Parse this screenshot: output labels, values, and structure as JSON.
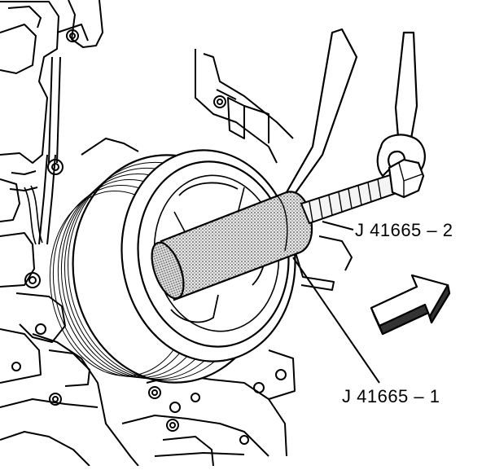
{
  "figure": {
    "callouts": {
      "tool_2": "J 41665 – 2",
      "tool_1": "J 41665 – 1"
    },
    "arrow_direction": "pull-outward",
    "icons": [
      "engine-block",
      "crankshaft-balancer",
      "puller-tool",
      "forcing-screw",
      "wrench",
      "direction-arrow"
    ],
    "colors": {
      "line": "#000000",
      "background": "#ffffff",
      "tool_fill": "#cfcfcf"
    }
  }
}
